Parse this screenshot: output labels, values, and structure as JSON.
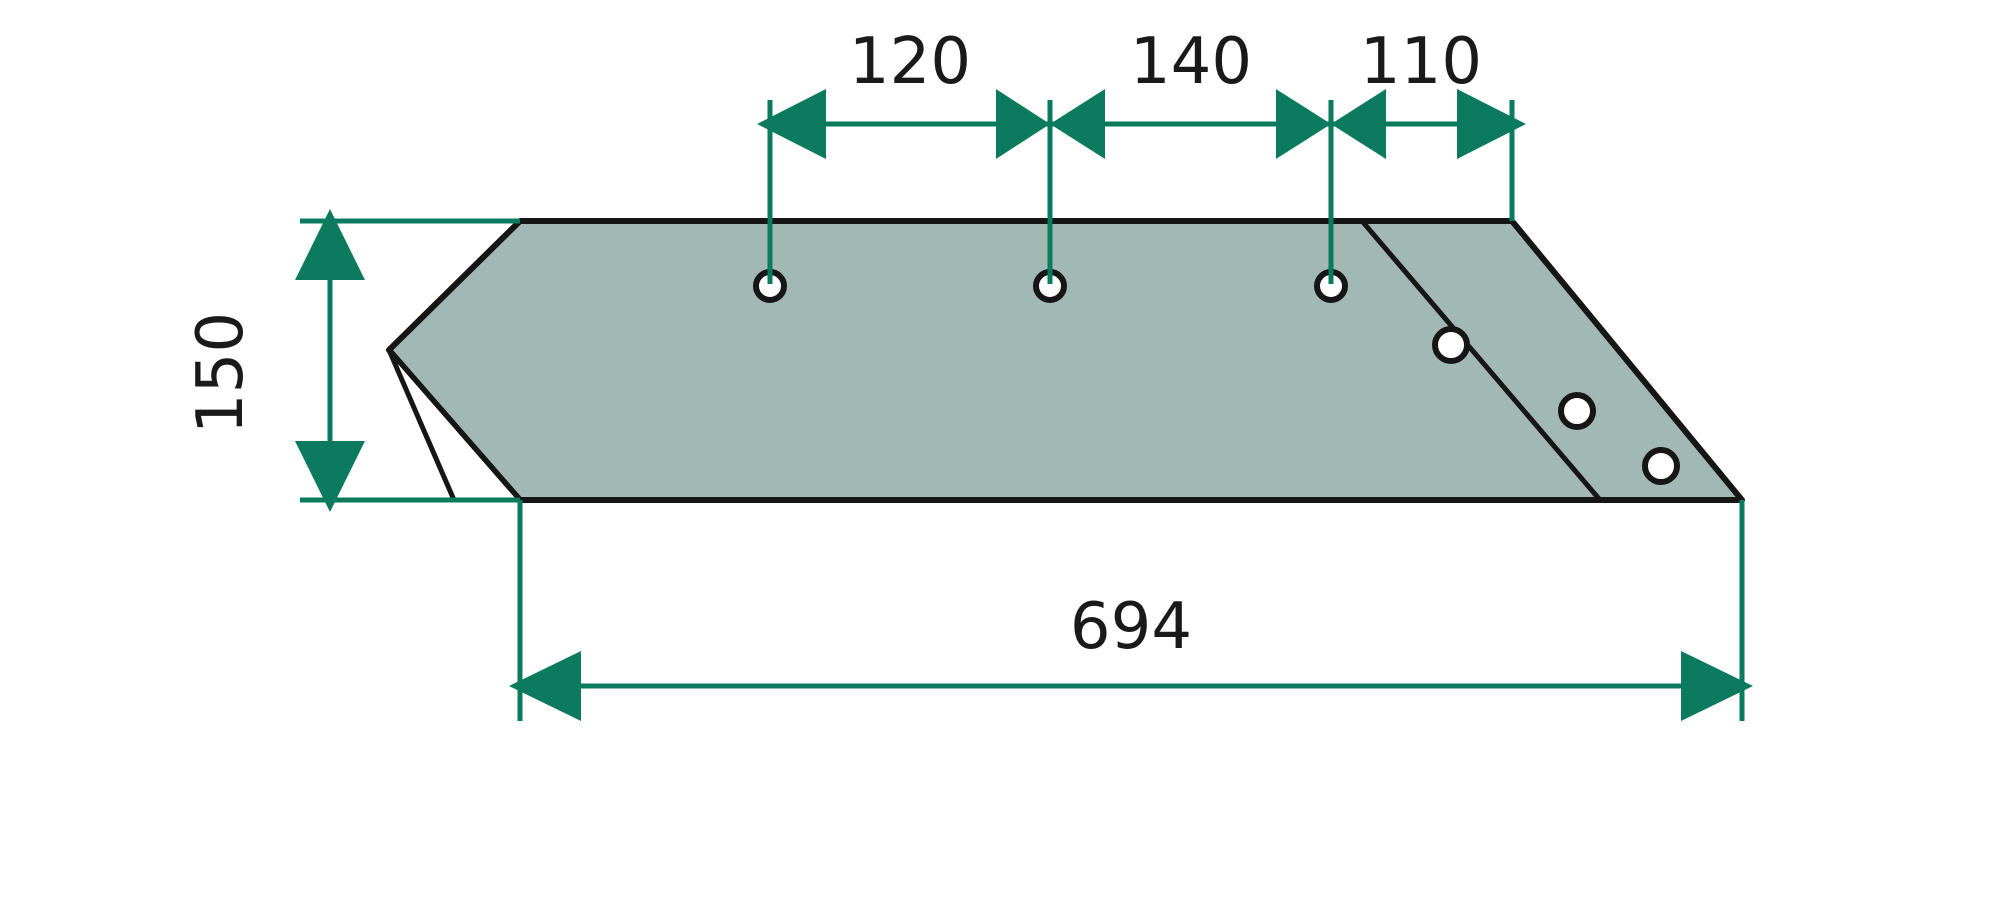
{
  "diagram": {
    "part_fill_color": "#a2b8b5",
    "outline_color": "#161616",
    "dimension_color": "#0b7a5f",
    "dimensions": {
      "hole_spacing_1": "120",
      "hole_spacing_2": "140",
      "hole_spacing_3": "110",
      "overall_length": "694",
      "height": "150"
    }
  }
}
